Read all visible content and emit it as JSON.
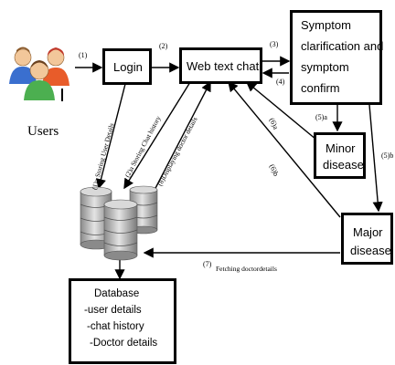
{
  "nodes": {
    "users": "Users",
    "login": "Login",
    "webchat": "Web text chat",
    "symptom": [
      "Symptom",
      "clarification and",
      "symptom",
      "confirm"
    ],
    "minor": [
      "Minor",
      "disease"
    ],
    "major": [
      "Major",
      "disease"
    ],
    "database": {
      "title": "Database",
      "items": [
        "-user details",
        "-chat history",
        "-Doctor details"
      ]
    }
  },
  "edges": {
    "e1": "(1)",
    "e2": "(2)",
    "e3": "(3)",
    "e4": "(4)",
    "e5a": "(5)a",
    "e5b": "(5)b",
    "e6a": "(6)a",
    "e6b": "(6)b",
    "e7": "(7)",
    "e7_text": "Fetching doctordetails",
    "e1a": "(1)a  Storing User  Details",
    "e2a": "(2)a Storing Chat history",
    "e8": "(8)Displaying doctor details"
  },
  "colors": {
    "line": "#000000",
    "db_light": "#e4e4e4",
    "db_dark": "#8a8a8a"
  }
}
